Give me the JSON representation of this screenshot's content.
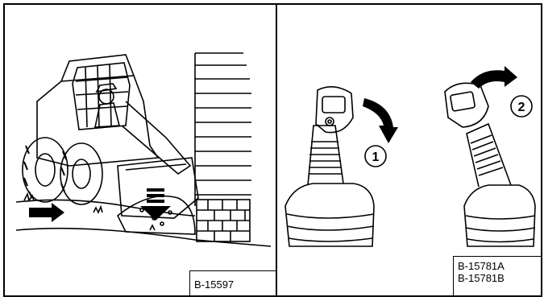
{
  "figures": [
    {
      "id_label": "B-15597"
    },
    {
      "id_labels": [
        "B-15781A",
        "B-15781B"
      ],
      "callouts": [
        "1",
        "2"
      ]
    }
  ],
  "colors": {
    "ink": "#000000",
    "watermark": "#e6e6e6"
  },
  "icons": [
    "skid-steer-loader-illustration",
    "joystick-handle-illustration",
    "arrow-icon",
    "watermark-cross"
  ]
}
